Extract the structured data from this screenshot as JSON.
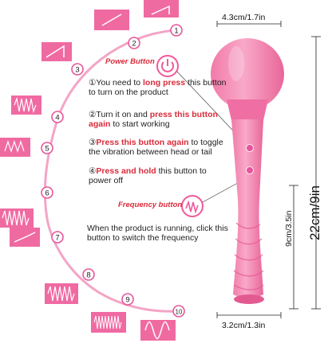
{
  "labels": {
    "power_button": "Power Button",
    "frequency_button": "Frequency button"
  },
  "steps": [
    {
      "num": "①",
      "pre": "You need to ",
      "hl": "long press",
      "post": " this button to turn on the product"
    },
    {
      "num": "②",
      "pre": "Turn it on and ",
      "hl": "press this button again",
      "post": " to start working"
    },
    {
      "num": "③",
      "pre": "",
      "hl": "Press this button again",
      "post": " to toggle the vibration between head or tail"
    },
    {
      "num": "④",
      "pre": "",
      "hl": "Press and hold",
      "post": " this button to power off"
    }
  ],
  "frequency_text": "When the product is running, click this button to switch the frequency",
  "dimensions": {
    "head_width": "4.3cm/1.7in",
    "base_width": "3.2cm/1.3in",
    "handle_length": "9cm/3.5in",
    "total_length": "22cm/9in"
  },
  "modes": [
    "1",
    "2",
    "3",
    "4",
    "5",
    "6",
    "7",
    "8",
    "9",
    "10"
  ],
  "colors": {
    "accent": "#e8559a",
    "pink_light": "#f28fb8",
    "red": "#d92b3a",
    "product": "#f27aa9"
  }
}
